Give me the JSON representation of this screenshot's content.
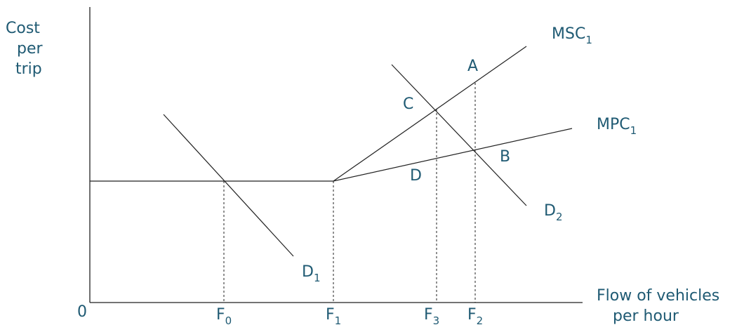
{
  "axes": {
    "y_label_lines": [
      "Cost",
      "per",
      "trip"
    ],
    "x_label_lines": [
      "Flow of vehicles",
      "per hour"
    ],
    "origin": "0"
  },
  "ticks": [
    {
      "base": "F",
      "sub": "0"
    },
    {
      "base": "F",
      "sub": "1"
    },
    {
      "base": "F",
      "sub": "3"
    },
    {
      "base": "F",
      "sub": "2"
    }
  ],
  "curves": {
    "msc": {
      "base": "MSC",
      "sub": "1"
    },
    "mpc": {
      "base": "MPC",
      "sub": "1"
    },
    "d1": {
      "base": "D",
      "sub": "1"
    },
    "d2": {
      "base": "D",
      "sub": "2"
    }
  },
  "points": {
    "a": "A",
    "b": "B",
    "c": "C",
    "d": "D"
  }
}
